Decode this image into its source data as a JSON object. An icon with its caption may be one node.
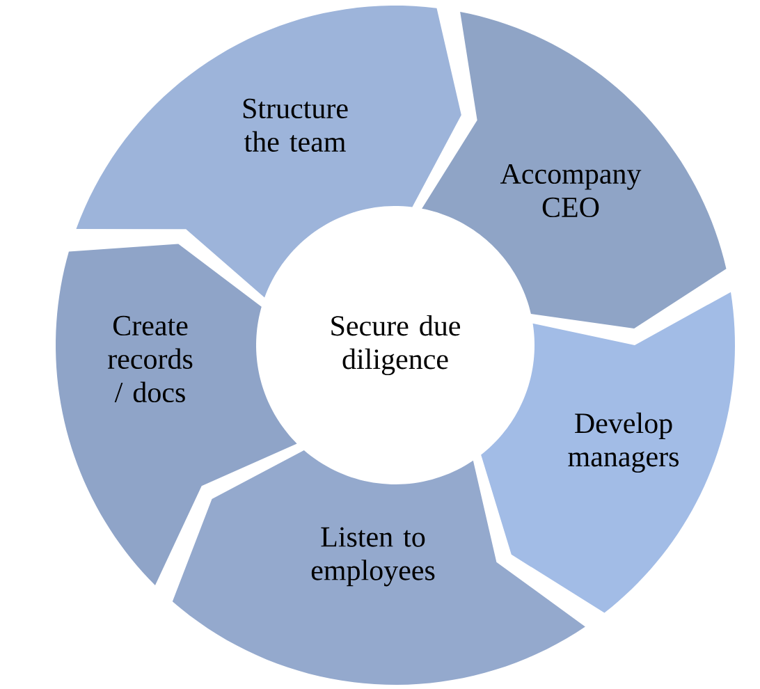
{
  "diagram": {
    "nodes": [
      {
        "text": [
          "Secure due diligence"
        ]
      },
      {
        "text": [
          "Structure the team"
        ]
      },
      {
        "text": [
          "Accompany CEO"
        ]
      },
      {
        "text": [
          "Develop managers"
        ]
      },
      {
        "text": [
          "Listen to employees"
        ]
      },
      {
        "text": [
          "Create records / docs"
        ]
      }
    ]
  }
}
